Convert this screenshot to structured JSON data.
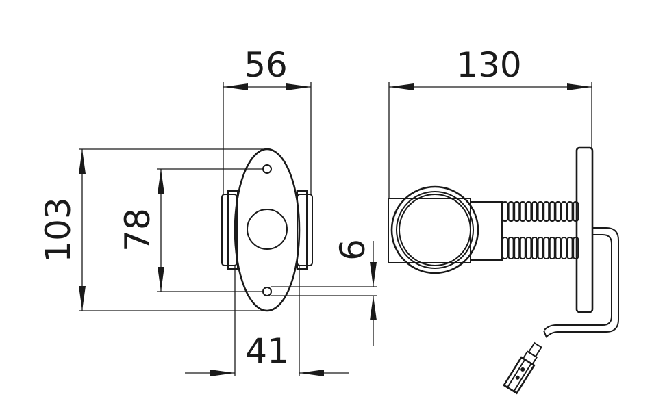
{
  "dimensions": {
    "width_front": "56",
    "height_total": "103",
    "hole_spacing": "78",
    "hole_offset": "6",
    "base_width": "41",
    "length_side": "130"
  },
  "colors": {
    "line": "#1a1a1a",
    "background": "#ffffff"
  }
}
